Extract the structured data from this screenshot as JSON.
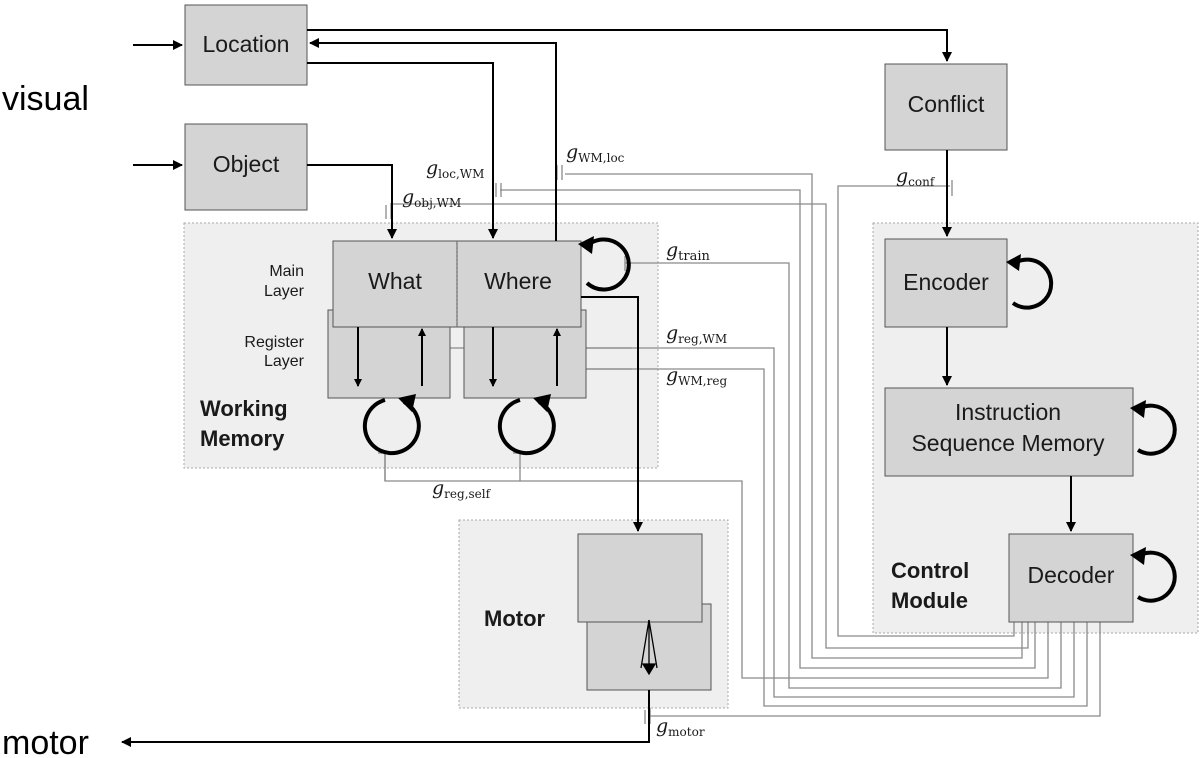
{
  "colors": {
    "box_fill": "#d4d4d4",
    "region_fill": "#efefef",
    "region_stroke": "#a9a9a9",
    "wire": "#8a8a8a",
    "arrow": "#000000"
  },
  "side_labels": {
    "visual": "visual",
    "motor": "motor"
  },
  "boxes": {
    "location": "Location",
    "object": "Object",
    "conflict": "Conflict",
    "what": "What",
    "where": "Where",
    "encoder": "Encoder",
    "instruction_line1": "Instruction",
    "instruction_line2": "Sequence Memory",
    "decoder": "Decoder"
  },
  "regions": {
    "wm_line1": "Working",
    "wm_line2": "Memory",
    "main_layer_line1": "Main",
    "main_layer_line2": "Layer",
    "register_layer_line1": "Register",
    "register_layer_line2": "Layer",
    "motor": "Motor",
    "control_line1": "Control",
    "control_line2": "Module"
  },
  "gates": {
    "loc_wm": {
      "base": "g",
      "sub": "loc,WM"
    },
    "wm_loc": {
      "base": "g",
      "sub": "WM,loc"
    },
    "obj_wm": {
      "base": "g",
      "sub": "obj,WM"
    },
    "conf": {
      "base": "g",
      "sub": "conf"
    },
    "train": {
      "base": "g",
      "sub": "train"
    },
    "reg_wm": {
      "base": "g",
      "sub": "reg,WM"
    },
    "wm_reg": {
      "base": "g",
      "sub": "WM,reg"
    },
    "reg_self": {
      "base": "g",
      "sub": "reg,self"
    },
    "motor": {
      "base": "g",
      "sub": "motor"
    }
  }
}
